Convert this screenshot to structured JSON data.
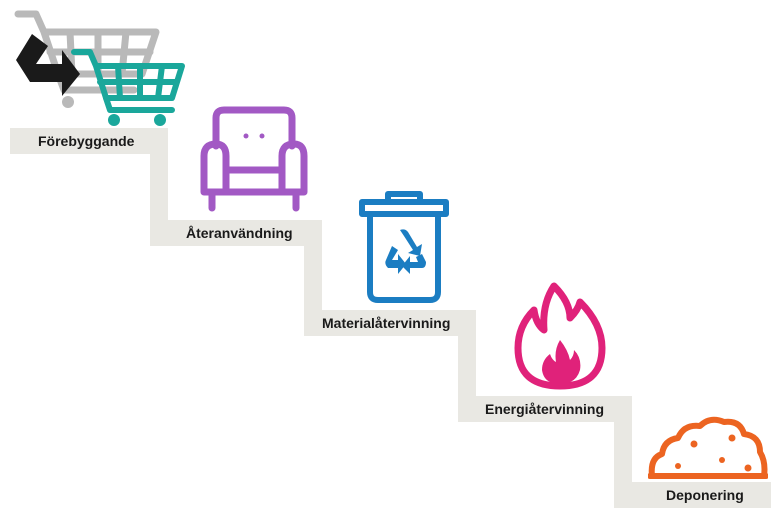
{
  "steps": [
    {
      "label": "Förebyggande",
      "icon": "shopping-cart-icon",
      "color": "#1aa79b"
    },
    {
      "label": "Återanvändning",
      "icon": "armchair-icon",
      "color": "#a259c4"
    },
    {
      "label": "Materialåtervinning",
      "icon": "recycling-bin-icon",
      "color": "#1b7dc2"
    },
    {
      "label": "Energiåtervinning",
      "icon": "flame-icon",
      "color": "#e0227a"
    },
    {
      "label": "Deponering",
      "icon": "landfill-mound-icon",
      "color": "#ec6421"
    }
  ],
  "colors": {
    "stair": "#e9e8e3",
    "cart_back": "#b9b9b9",
    "arrow": "#1a1a1a"
  }
}
